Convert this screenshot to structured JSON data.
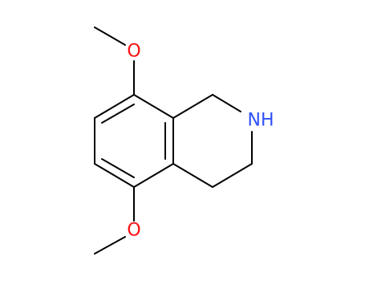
{
  "structure": {
    "atoms": {
      "oxygen_top": {
        "label": "O",
        "color": "#ff0d0d"
      },
      "nitrogen": {
        "label": "NH",
        "color": "#3050f8"
      },
      "oxygen_bottom": {
        "label": "O",
        "color": "#ff0d0d"
      }
    }
  }
}
